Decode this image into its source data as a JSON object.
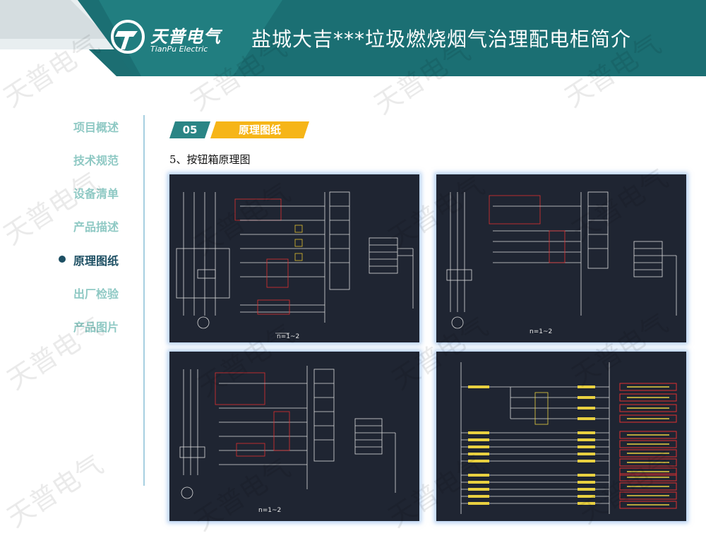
{
  "header": {
    "title": "盐城大吉***垃圾燃烧烟气治理配电柜简介",
    "logo_cn": "天普电气",
    "logo_en": "TianPu Electric"
  },
  "sidebar": {
    "items": [
      {
        "label": "项目概述"
      },
      {
        "label": "技术规范"
      },
      {
        "label": "设备清单"
      },
      {
        "label": "产品描述"
      },
      {
        "label": "原理图纸"
      },
      {
        "label": "出厂检验"
      },
      {
        "label": "产品图片"
      }
    ],
    "active_index": 4
  },
  "section": {
    "number": "05",
    "name": "原理图纸",
    "subtitle": "5、按钮箱原理图"
  },
  "diagrams": {
    "d1_label": "n=1~2",
    "d2_label": "n=1~2",
    "d3_label": "n=1~2"
  },
  "watermark": "天普电气",
  "colors": {
    "teal_dark": "#1b6f73",
    "teal": "#2a8585",
    "accent_yellow": "#f6b518",
    "nav_inactive": "#8fc9c4",
    "nav_active": "#1d4f63",
    "panel_bg": "#1f2532"
  }
}
